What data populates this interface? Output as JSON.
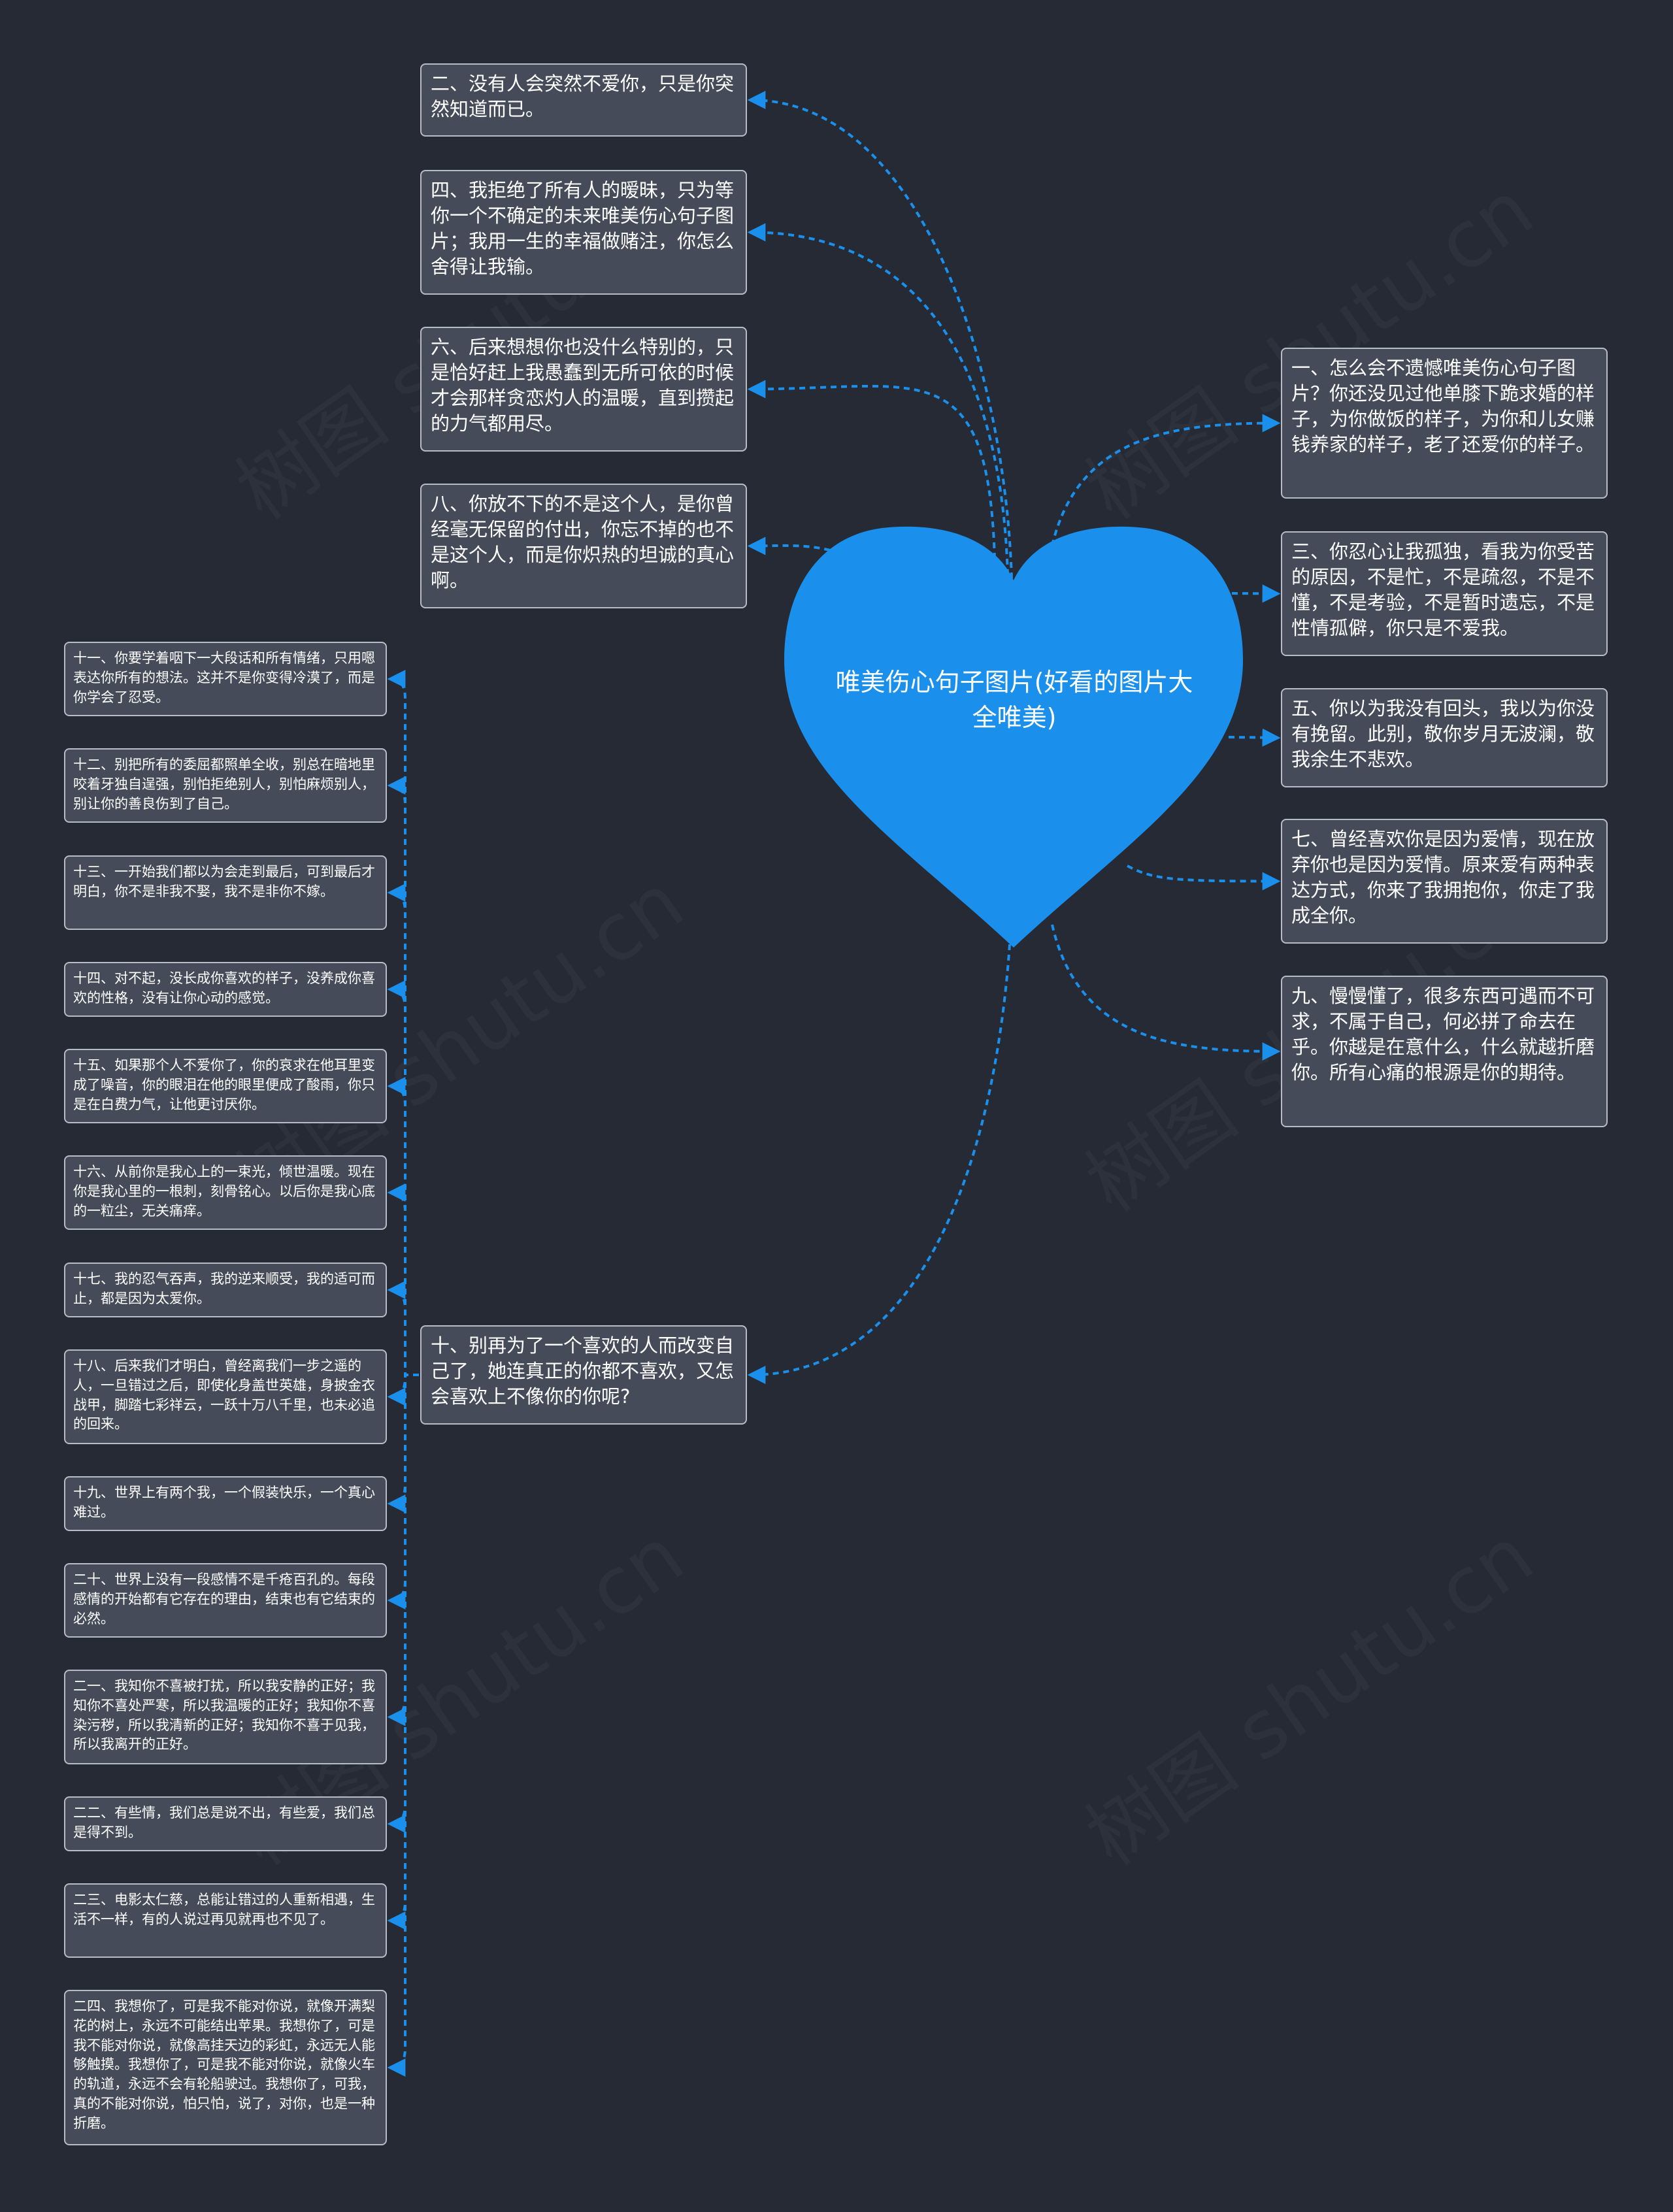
{
  "root": {
    "label": "唯美伤心句子图片(好看的图片大全唯美)",
    "color": "#1a90ec"
  },
  "accent_color": "#1a90ec",
  "left_top": [
    {
      "id": "n2",
      "text": "二、没有人会突然不爱你，只是你突然知道而已。"
    },
    {
      "id": "n4",
      "text": "四、我拒绝了所有人的暧昧，只为等你一个不确定的未来唯美伤心句子图片；我用一生的幸福做赌注，你怎么舍得让我输。"
    },
    {
      "id": "n6",
      "text": "六、后来想想你也没什么特别的，只是恰好赶上我愚蠢到无所可依的时候才会那样贪恋灼人的温暖，直到攒起的力气都用尽。"
    },
    {
      "id": "n8",
      "text": "八、你放不下的不是这个人，是你曾经毫无保留的付出，你忘不掉的也不是这个人，而是你炽热的坦诚的真心啊。"
    }
  ],
  "right": [
    {
      "id": "n1",
      "text": "一、怎么会不遗憾唯美伤心句子图片？你还没见过他单膝下跪求婚的样子，为你做饭的样子，为你和儿女赚钱养家的样子，老了还爱你的样子。"
    },
    {
      "id": "n3",
      "text": "三、你忍心让我孤独，看我为你受苦的原因，不是忙，不是疏忽，不是不懂，不是考验，不是暂时遗忘，不是性情孤僻，你只是不爱我。"
    },
    {
      "id": "n5",
      "text": "五、你以为我没有回头，我以为你没有挽留。此别，敬你岁月无波澜，敬我余生不悲欢。"
    },
    {
      "id": "n7",
      "text": "七、曾经喜欢你是因为爱情，现在放弃你也是因为爱情。原来爱有两种表达方式，你来了我拥抱你，你走了我成全你。"
    },
    {
      "id": "n9",
      "text": "九、慢慢懂了，很多东西可遇而不可求，不属于自己，何必拼了命去在乎。你越是在意什么，什么就越折磨你。所有心痛的根源是你的期待。"
    }
  ],
  "hub": {
    "id": "n10",
    "text": "十、别再为了一个喜欢的人而改变自己了，她连真正的你都不喜欢，又怎会喜欢上不像你的你呢?"
  },
  "hub_children": [
    {
      "id": "n11",
      "text": "十一、你要学着咽下一大段话和所有情绪，只用嗯表达你所有的想法。这并不是你变得冷漠了，而是你学会了忍受。"
    },
    {
      "id": "n12",
      "text": "十二、别把所有的委屈都照单全收，别总在暗地里咬着牙独自逞强，别怕拒绝别人，别怕麻烦别人，别让你的善良伤到了自己。"
    },
    {
      "id": "n13",
      "text": "十三、一开始我们都以为会走到最后，可到最后才明白，你不是非我不娶，我不是非你不嫁。"
    },
    {
      "id": "n14",
      "text": "十四、对不起，没长成你喜欢的样子，没养成你喜欢的性格，没有让你心动的感觉。"
    },
    {
      "id": "n15",
      "text": "十五、如果那个人不爱你了，你的哀求在他耳里变成了噪音，你的眼泪在他的眼里便成了酸雨，你只是在白费力气，让他更讨厌你。"
    },
    {
      "id": "n16",
      "text": "十六、从前你是我心上的一束光，倾世温暖。现在你是我心里的一根刺，刻骨铭心。以后你是我心底的一粒尘，无关痛痒。"
    },
    {
      "id": "n17",
      "text": "十七、我的忍气吞声，我的逆来顺受，我的适可而止，都是因为太爱你。"
    },
    {
      "id": "n18",
      "text": "十八、后来我们才明白，曾经离我们一步之遥的人，一旦错过之后，即使化身盖世英雄，身披金衣战甲，脚踏七彩祥云，一跃十万八千里，也未必追的回来。"
    },
    {
      "id": "n19",
      "text": "十九、世界上有两个我，一个假装快乐，一个真心难过。"
    },
    {
      "id": "n20",
      "text": "二十、世界上没有一段感情不是千疮百孔的。每段感情的开始都有它存在的理由，结束也有它结束的必然。"
    },
    {
      "id": "n21",
      "text": "二一、我知你不喜被打扰，所以我安静的正好；我知你不喜处严寒，所以我温暖的正好；我知你不喜染污秽，所以我清新的正好；我知你不喜于见我，所以我离开的正好。"
    },
    {
      "id": "n22",
      "text": "二二、有些情，我们总是说不出，有些爱，我们总是得不到。"
    },
    {
      "id": "n23",
      "text": "二三、电影太仁慈，总能让错过的人重新相遇，生活不一样，有的人说过再见就再也不见了。"
    },
    {
      "id": "n24",
      "text": "二四、我想你了，可是我不能对你说，就像开满梨花的树上，永远不可能结出苹果。我想你了，可是我不能对你说，就像高挂天边的彩虹，永远无人能够触摸。我想你了，可是我不能对你说，就像火车的轨道，永远不会有轮船驶过。我想你了，可我，真的不能对你说，怕只怕，说了，对你，也是一种折磨。"
    }
  ]
}
